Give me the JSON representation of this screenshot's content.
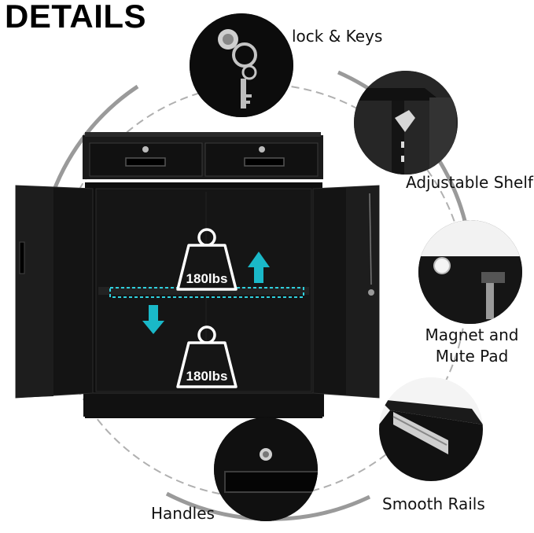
{
  "heading": "DETAILS",
  "features": {
    "lock_keys": "lock & Keys",
    "adjustable_shelf": "Adjustable Shelf",
    "magnet_mute_pad_line1": "Magnet and",
    "magnet_mute_pad_line2": "Mute Pad",
    "smooth_rails": "Smooth Rails",
    "handles": "Handles"
  },
  "load_capacity": {
    "upper": "180lbs",
    "lower": "180lbs"
  },
  "colors": {
    "cabinet": "#141414",
    "ring": "#b0b0b0",
    "arrow": "#1ab8c8",
    "shelf_glow": "#2fd0de"
  }
}
